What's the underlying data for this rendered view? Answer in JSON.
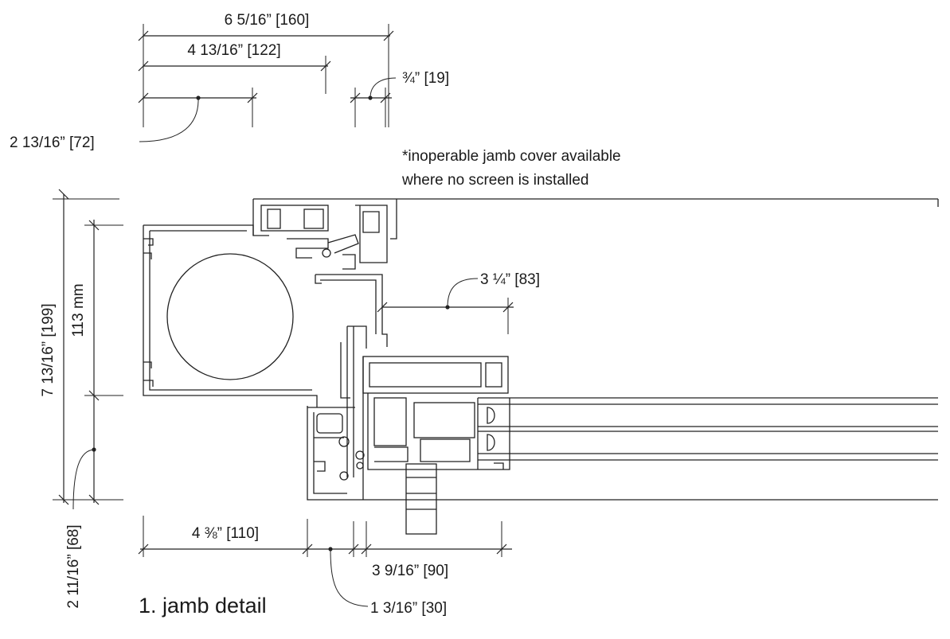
{
  "title": "1. jamb detail",
  "note": {
    "line1": "*inoperable jamb cover available",
    "line2": "where no screen is installed"
  },
  "dimensions": {
    "top_overall": "6 5/16” [160]",
    "top_second": "4 13/16” [122]",
    "top_third": "2 13/16” [72]",
    "top_small": "¾” [19]",
    "mid_right": "3 ¼” [83]",
    "left_overall": "7 13/16” [199]",
    "left_inner": "113 mm",
    "left_bottom": "2 11/16” [68]",
    "bottom_left": "4 ⅜” [110]",
    "bottom_small": "1 3/16” [30]",
    "bottom_right": "3 9/16” [90]"
  }
}
